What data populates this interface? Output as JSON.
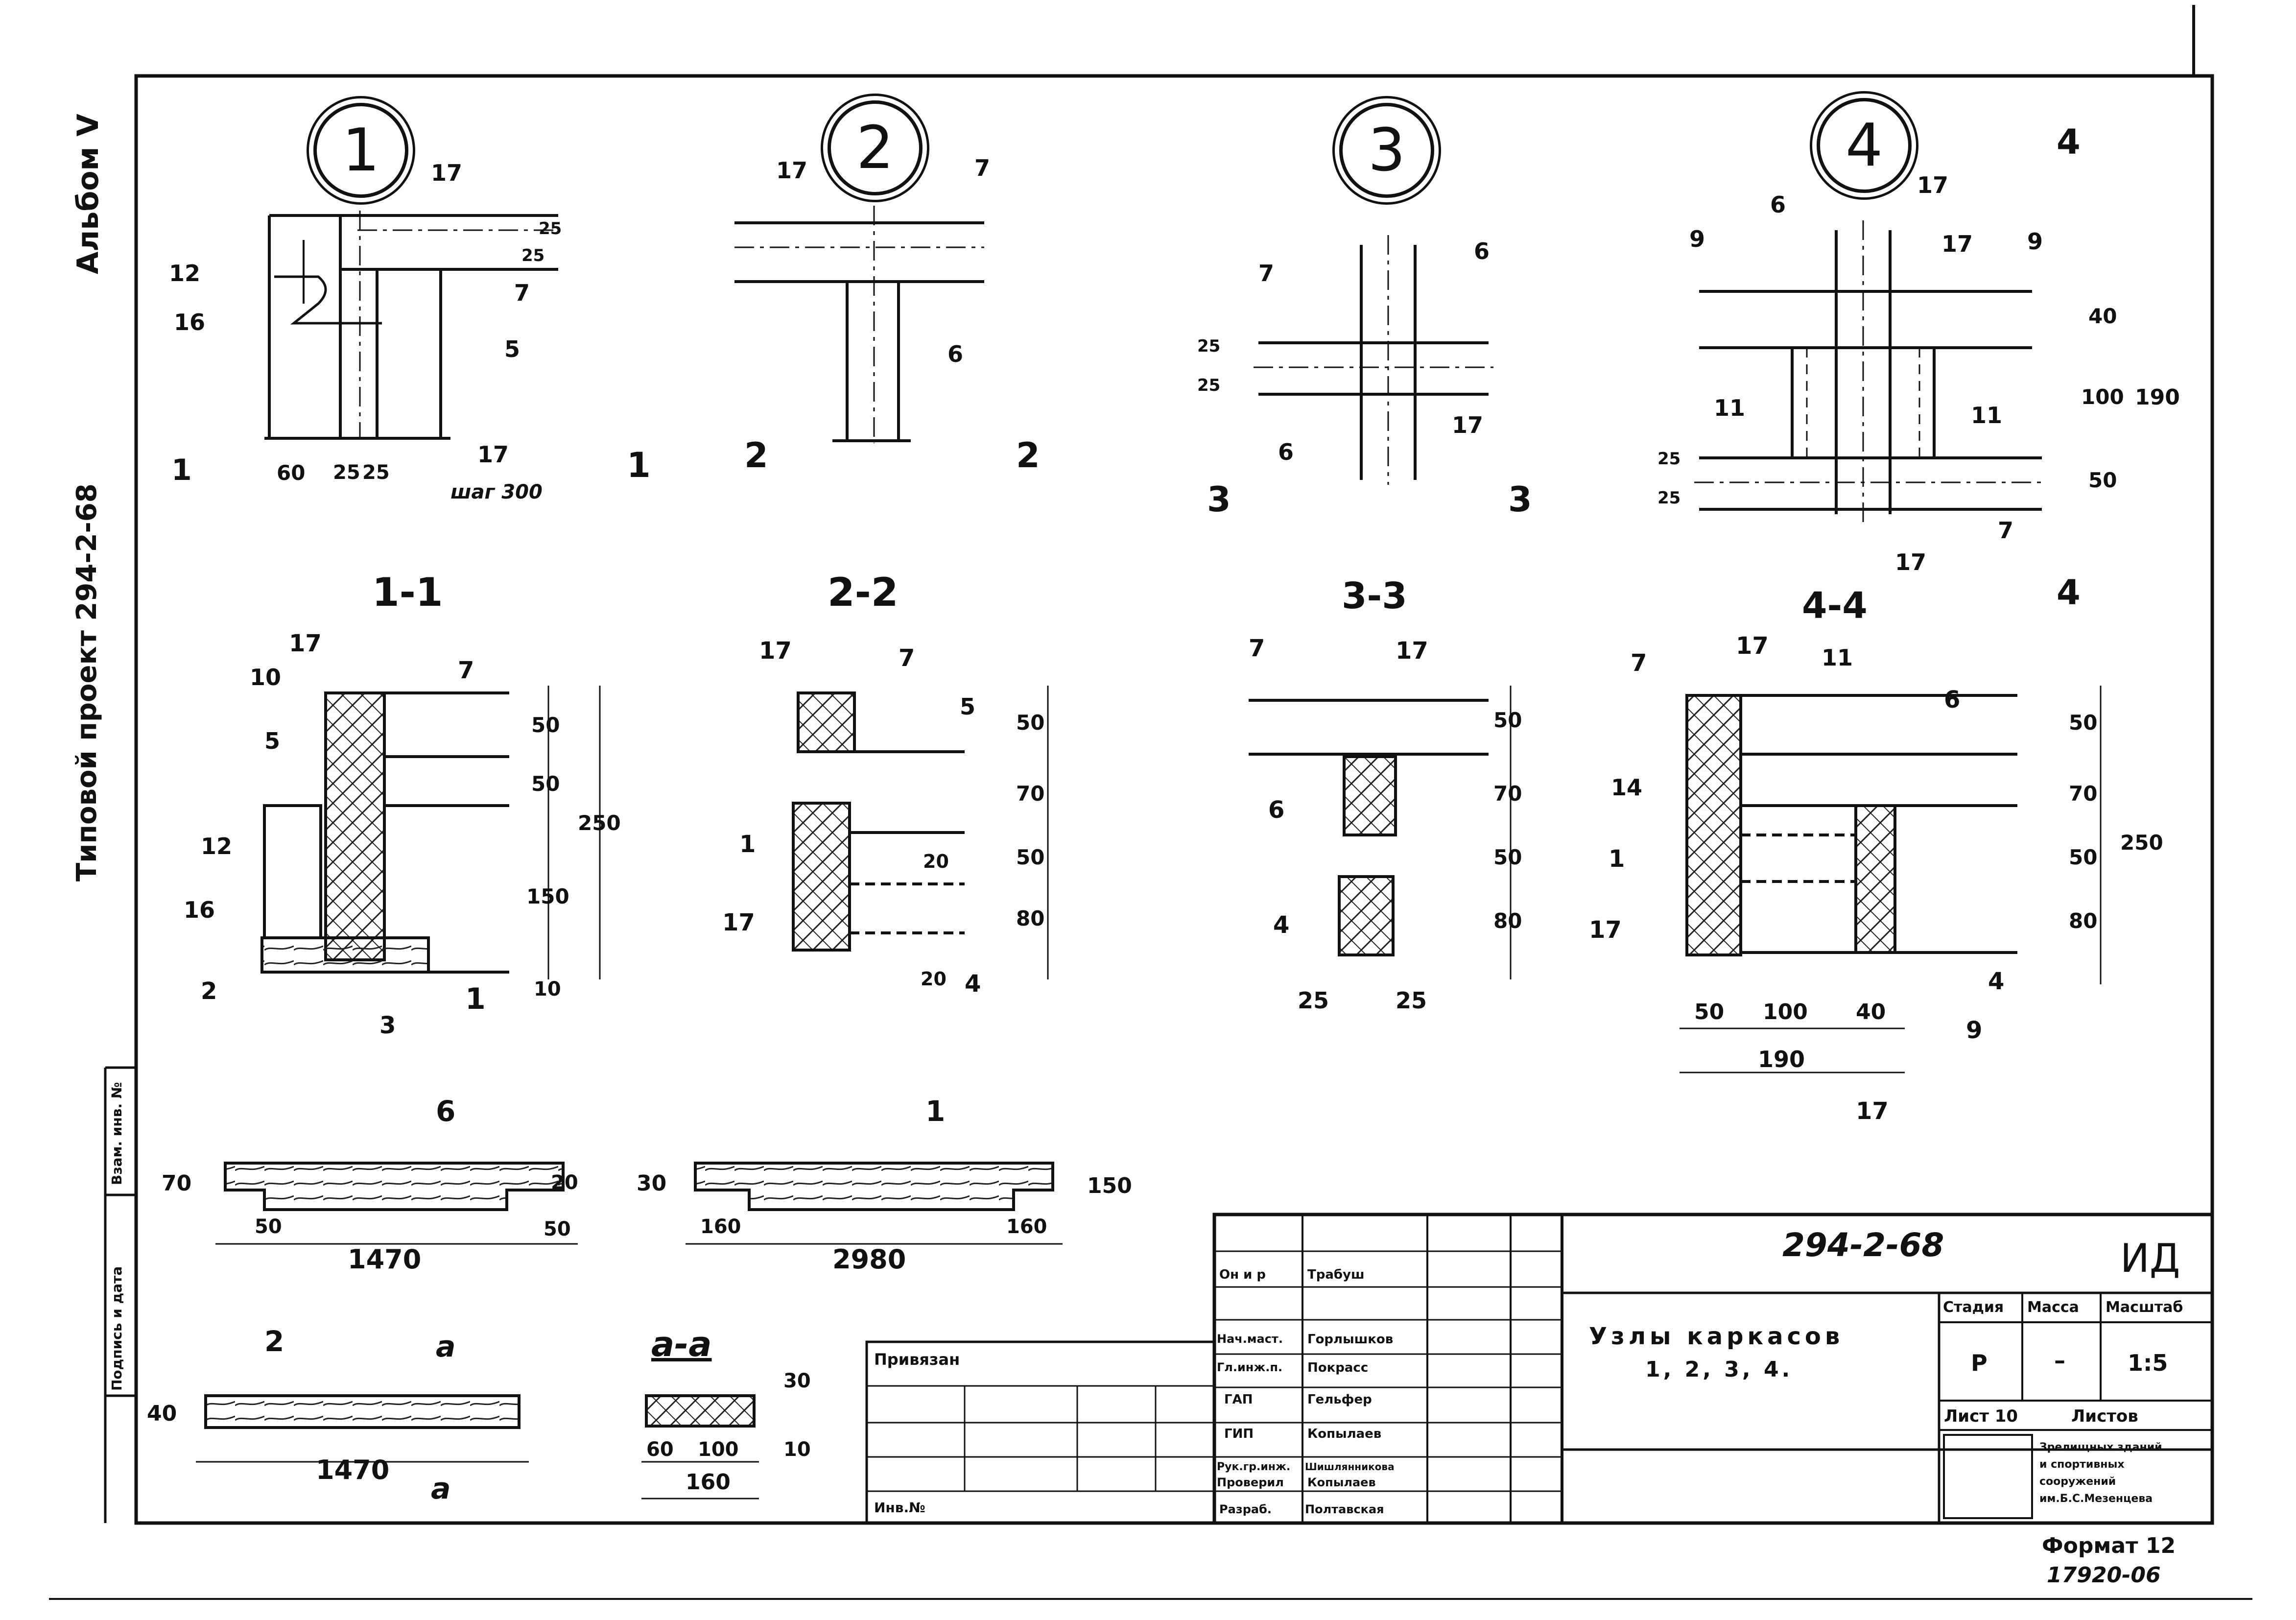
{
  "sheet": {
    "drawing_number": "294-2-68",
    "doc_code": "ИД",
    "format_label": "Формат 12",
    "inventory_number": "17920-06"
  },
  "side_labels": {
    "album": "Альбом V",
    "project": "Типовой проект 294-2-68",
    "stamp": "Подпись и дата",
    "stamp2": "Взам. инв. №"
  },
  "nodes": [
    {
      "id": "1"
    },
    {
      "id": "2"
    },
    {
      "id": "3"
    },
    {
      "id": "4"
    }
  ],
  "sections": {
    "s1": "1-1",
    "s2": "2-2",
    "s3": "3-3",
    "s4": "4-4",
    "cut1": "1",
    "cut2": "2",
    "cut3": "3",
    "cut4": "4",
    "cut_a": "a",
    "aa": "a-a"
  },
  "node1": {
    "pos_17a": "17",
    "pos_7": "7",
    "pos_12": "12",
    "pos_16": "16",
    "pos_5": "5",
    "pos_17b": "17",
    "step": "шаг 300",
    "dim_60": "60",
    "dim_25a": "25",
    "dim_25b": "25",
    "dim_v25a": "25",
    "dim_v25b": "25"
  },
  "node2": {
    "pos_17": "17",
    "pos_7": "7",
    "pos_6": "6"
  },
  "node3": {
    "pos_7": "7",
    "pos_6a": "6",
    "pos_6b": "6",
    "pos_17": "17",
    "dim_25a": "25",
    "dim_25b": "25"
  },
  "node4": {
    "pos_6": "6",
    "pos_17a": "17",
    "pos_17b": "17",
    "pos_9a": "9",
    "pos_9b": "9",
    "pos_11a": "11",
    "pos_11b": "11",
    "pos_7": "7",
    "pos_17c": "17",
    "dim_40": "40",
    "dim_100": "100",
    "dim_50": "50",
    "dim_190": "190",
    "dim_25a": "25",
    "dim_25b": "25"
  },
  "sec11": {
    "pos_17": "17",
    "pos_7": "7",
    "pos_10": "10",
    "pos_5": "5",
    "pos_12": "12",
    "pos_16": "16",
    "pos_2": "2",
    "pos_3": "3",
    "pos_1": "1",
    "dim_50a": "50",
    "dim_50b": "50",
    "dim_150": "150",
    "dim_250": "250",
    "dim_10": "10"
  },
  "sec22": {
    "pos_17a": "17",
    "pos_7": "7",
    "pos_5": "5",
    "pos_1": "1",
    "pos_17b": "17",
    "pos_4": "4",
    "dim_50a": "50",
    "dim_70": "70",
    "dim_50b": "50",
    "dim_80": "80",
    "dim_20a": "20",
    "dim_20b": "20"
  },
  "sec33": {
    "pos_7": "7",
    "pos_17": "17",
    "pos_6": "6",
    "pos_4": "4",
    "dim_50a": "50",
    "dim_70": "70",
    "dim_50b": "50",
    "dim_80": "80",
    "dim_25a": "25",
    "dim_25b": "25"
  },
  "sec44": {
    "pos_7": "7",
    "pos_17a": "17",
    "pos_11": "11",
    "pos_6": "6",
    "pos_14": "14",
    "pos_1": "1",
    "pos_17b": "17",
    "pos_4": "4",
    "pos_9": "9",
    "pos_17c": "17",
    "dim_50a": "50",
    "dim_70": "70",
    "dim_50b": "50",
    "dim_80": "80",
    "dim_250": "250",
    "dim_h50": "50",
    "dim_h100": "100",
    "dim_h40": "40",
    "dim_h190": "190"
  },
  "details": {
    "d6": {
      "pos": "6",
      "len": "1470",
      "left": "50",
      "right": "50",
      "h1": "70",
      "h2": "20"
    },
    "d1": {
      "pos": "1",
      "len": "2980",
      "left": "160",
      "right": "160",
      "h1": "30",
      "h2": "150"
    },
    "d2": {
      "pos": "2",
      "len": "1470",
      "h": "40"
    },
    "daa": {
      "w1": "60",
      "w2": "100",
      "total": "160",
      "h1": "30",
      "h2": "10"
    }
  },
  "title_block": {
    "rows": [
      {
        "role": "Он и р",
        "name": "Трабуш"
      },
      {
        "role": "Нач.маст.",
        "name": "Горлышков"
      },
      {
        "role": "Гл.инж.п.",
        "name": "Покрасс"
      },
      {
        "role": "ГАП",
        "name": "Гельфер"
      },
      {
        "role": "ГИП",
        "name": "Копылаев"
      },
      {
        "role": "Рук.гр.инж.",
        "name": "Шишлянникова"
      },
      {
        "role": "Проверил",
        "name": "Копылаев"
      },
      {
        "role": "Разраб.",
        "name": "Полтавская"
      }
    ],
    "privyazan": "Привязан",
    "inv_no": "Инв.№",
    "title_line1": "Узлы каркасов",
    "title_line2": "1, 2, 3, 4.",
    "stage_hdr": "Стадия",
    "mass_hdr": "Масса",
    "scale_hdr": "Масштаб",
    "stage": "Р",
    "mass": "–",
    "scale": "1:5",
    "sheet_lbl": "Лист 10",
    "sheets_lbl": "Листов",
    "org1": "Зрелищных зданий",
    "org2": "и спортивных",
    "org3": "сооружений",
    "org4": "им.Б.С.Мезенцева"
  }
}
